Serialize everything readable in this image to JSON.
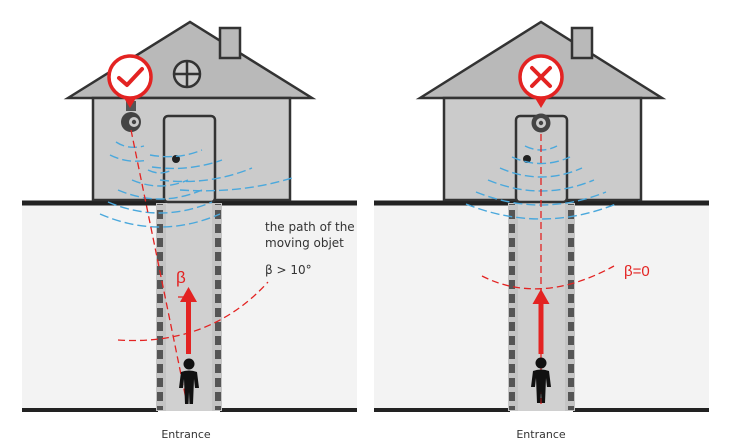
{
  "colors": {
    "accent_red": "#e32322",
    "wave_blue": "#4aa8dc",
    "house_gray": "#c9c9c9",
    "roof_gray": "#b7b7b7",
    "outline": "#333333",
    "ground": "#f3f3f3",
    "path": "#c2c2c2"
  },
  "panels": {
    "left": {
      "status_icon": "check-icon",
      "path_label_line1": "the path of the",
      "path_label_line2": "moving objet",
      "angle_symbol": "β",
      "angle_condition": "β > 10°",
      "entrance_label": "Entrance"
    },
    "right": {
      "status_icon": "cross-icon",
      "angle_value": "β=0",
      "entrance_label": "Entrance"
    }
  }
}
